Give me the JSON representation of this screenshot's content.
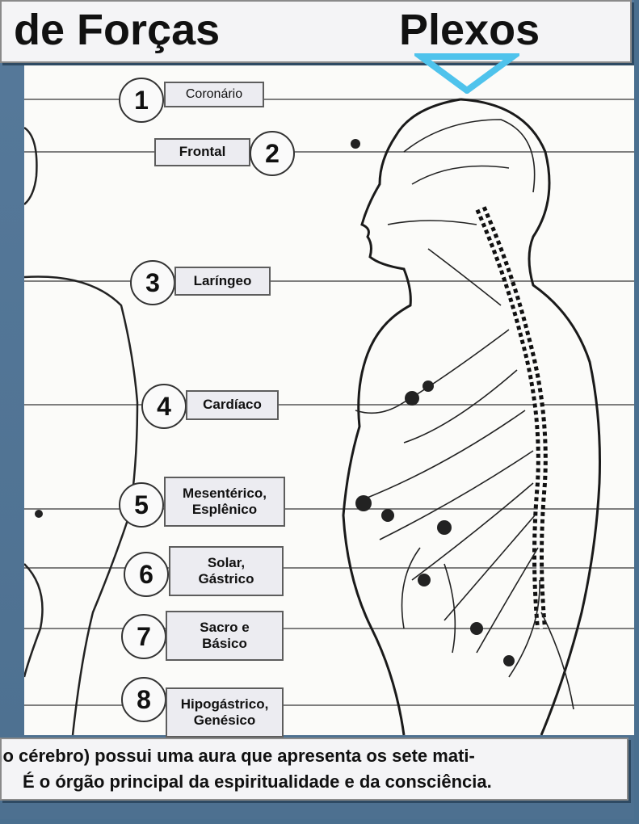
{
  "header": {
    "title_left": "s de Forças",
    "title_right": "Plexos"
  },
  "plexos": [
    {
      "number": "1",
      "label_lines": [
        "Coronário"
      ]
    },
    {
      "number": "2",
      "label_lines": [
        "Frontal"
      ]
    },
    {
      "number": "3",
      "label_lines": [
        "Laríngeo"
      ]
    },
    {
      "number": "4",
      "label_lines": [
        "Cardíaco"
      ]
    },
    {
      "number": "5",
      "label_lines": [
        "Mesentérico,",
        "Esplênico"
      ]
    },
    {
      "number": "6",
      "label_lines": [
        "Solar,",
        "Gástrico"
      ]
    },
    {
      "number": "7",
      "label_lines": [
        "Sacro e",
        "Básico"
      ]
    },
    {
      "number": "8",
      "label_lines": [
        "Hipogástrico,",
        "Genésico"
      ]
    }
  ],
  "caption": {
    "line1": "no cérebro) possui uma aura que apresenta os sete mati-",
    "line2": "É o órgão principal da espiritualidade e da consciência."
  },
  "colors": {
    "background": "#4a6f8f",
    "marker": "#4fc3ec",
    "panel": "#f4f4f6"
  },
  "icons": {
    "marker": "triangle-down-icon"
  }
}
